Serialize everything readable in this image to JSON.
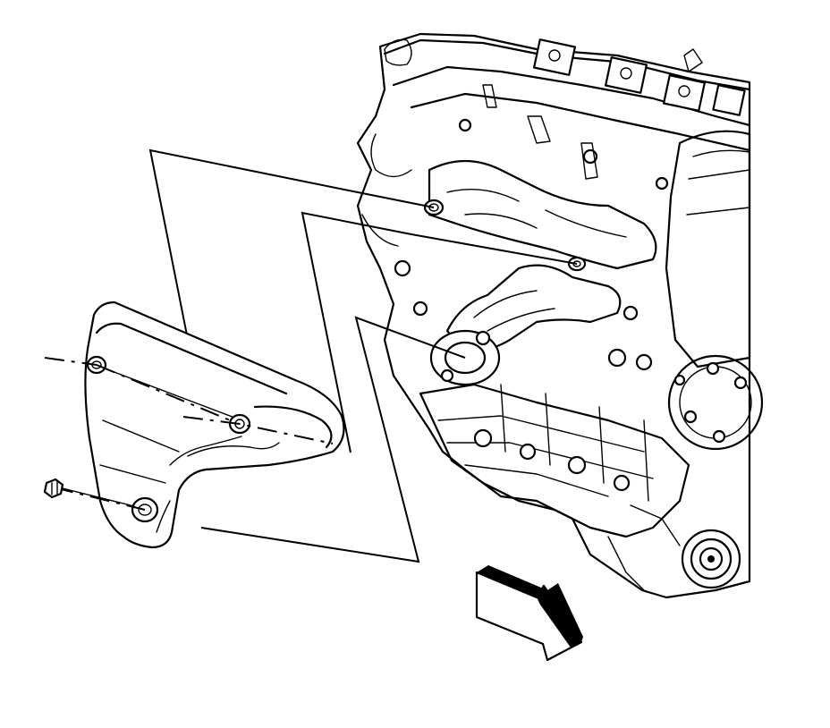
{
  "diagram": {
    "parts": [
      {
        "id": "engine",
        "icon": "engine-block-illustration"
      },
      {
        "id": "heat-shield",
        "icon": "exhaust-manifold-heat-shield"
      },
      {
        "id": "bolt",
        "icon": "bolt-icon"
      },
      {
        "id": "direction-arrow",
        "icon": "front-of-vehicle-arrow-icon"
      }
    ],
    "colors": {
      "ink": "#000000",
      "background": "#ffffff"
    }
  }
}
